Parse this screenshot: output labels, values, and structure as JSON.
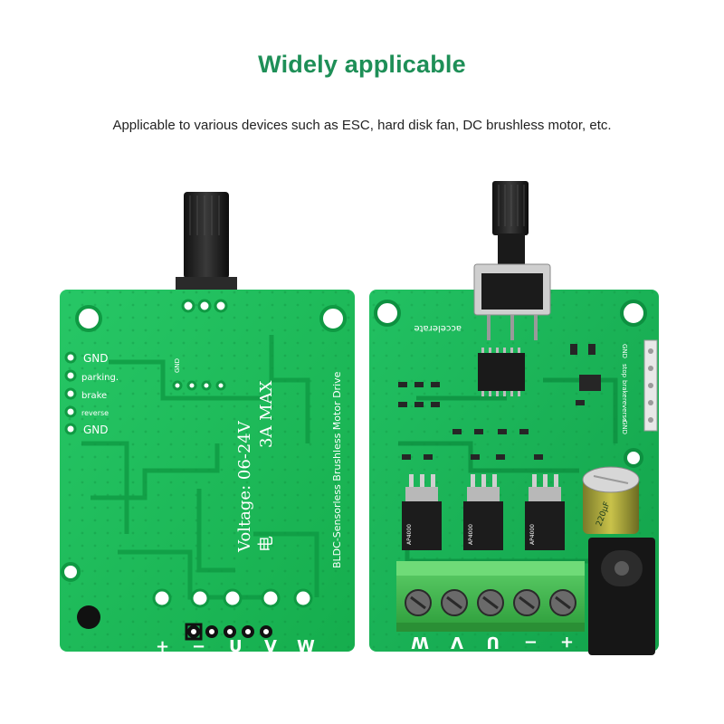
{
  "page": {
    "title": "Widely applicable",
    "subtitle": "Applicable to various devices such as ESC, hard disk fan, DC brushless motor, etc."
  },
  "colors": {
    "title_green": "#1e8f57",
    "pcb_green": "#1fbf5a",
    "pcb_dark": "#149944",
    "terminal_green": "#3cb94a",
    "text": "#222222"
  },
  "left_board": {
    "side": "back",
    "pin_labels": [
      "GND",
      "parking.",
      "brake",
      "reverse",
      "GND"
    ],
    "gnd_small_label": "GND",
    "voltage_label": "Voltage: 06-24V",
    "current_label": "3A MAX",
    "current_prefix": "电",
    "product_label": "BLDC-Sensorless Brushless Motor Drive",
    "bottom_labels": [
      "+",
      "−",
      "U",
      "V",
      "W"
    ]
  },
  "right_board": {
    "side": "front",
    "accelerate_label": "accelerate",
    "pin_labels": [
      "GND",
      "stop",
      "brake",
      "reverse",
      "GND"
    ],
    "mosfet_label": "AP4000",
    "capacitor_label": "220μF",
    "bottom_labels": [
      "+",
      "−",
      "U",
      "V",
      "W"
    ]
  }
}
